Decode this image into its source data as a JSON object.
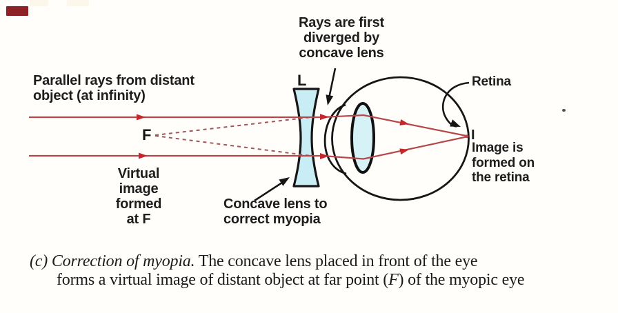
{
  "colors": {
    "ray_red": "#b7474a",
    "arrowhead_red": "#c5282c",
    "dashed_red": "#a05558",
    "lens_fill": "#c9edf4",
    "eye_lens_fill": "#d6f2f6",
    "outline_black": "#161616",
    "artifact_red": "#8e2125",
    "background": "#fffefb"
  },
  "labels": {
    "diverged": {
      "lines": [
        "Rays are first",
        "diverged by",
        "concave lens"
      ]
    },
    "lens_letter": "L",
    "parallel": {
      "lines": [
        "Parallel rays from distant",
        "object (at infinity)"
      ]
    },
    "focal_point": "F",
    "virtual_image": {
      "lines": [
        "Virtual",
        "image",
        "formed",
        "at F"
      ]
    },
    "concave_lens": {
      "lines": [
        "Concave lens to",
        "correct myopia"
      ]
    },
    "retina": "Retina",
    "image_point": "I",
    "image_formed": {
      "lines": [
        "Image is",
        "formed on",
        "the retina"
      ]
    }
  },
  "caption": {
    "lead_italic": "(c) Correction of myopia.",
    "line1_rest": " The concave lens placed in front of the eye",
    "line2_pre": "forms a virtual image of distant object at far point (",
    "line2_f": "F",
    "line2_post": ") of the myopic eye"
  }
}
